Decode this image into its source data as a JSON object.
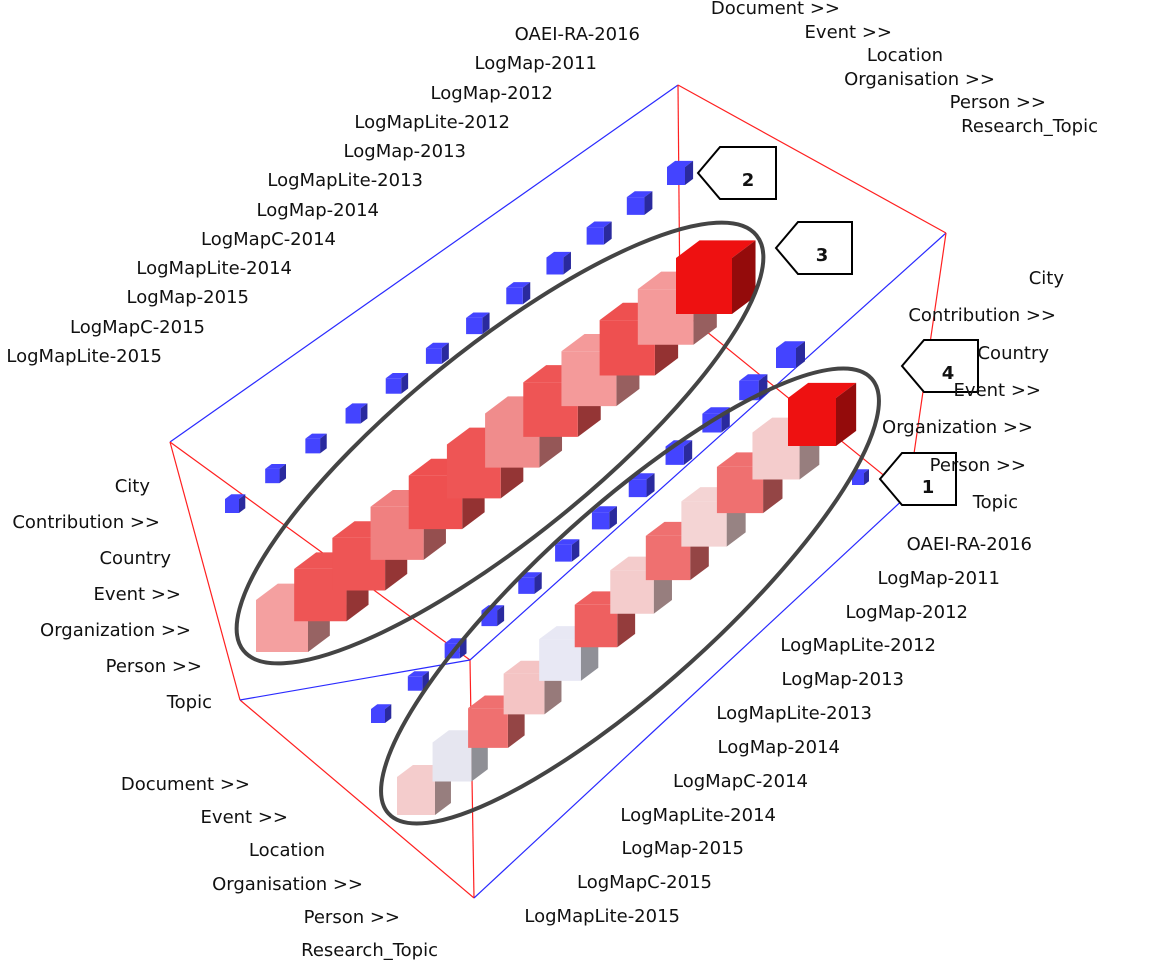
{
  "axis_labels": {
    "systems": [
      "OAEI-RA-2016",
      "LogMap-2011",
      "LogMap-2012",
      "LogMapLite-2012",
      "LogMap-2013",
      "LogMapLite-2013",
      "LogMap-2014",
      "LogMapC-2014",
      "LogMapLite-2014",
      "LogMap-2015",
      "LogMapC-2015",
      "LogMapLite-2015"
    ],
    "ontology_a": [
      "City",
      "Contribution >>",
      "Country",
      "Event >>",
      "Organization >>",
      "Person >>",
      "Topic"
    ],
    "ontology_b": [
      "Document >>",
      "Event >>",
      "Location",
      "Organisation >>",
      "Person >>",
      "Research_Topic"
    ]
  },
  "callouts": [
    "1",
    "2",
    "3",
    "4"
  ],
  "cube_colors": {
    "row3": [
      "#f4a0a0",
      "#ee5555",
      "#ee5555",
      "#f08080",
      "#ee5050",
      "#ee5555",
      "#f08c8c",
      "#ee5555",
      "#f49a9a",
      "#ee5050",
      "#f49a9a",
      "#ee1111"
    ],
    "row1": [
      "#f4cccc",
      "#e6e6f0",
      "#ef7070",
      "#f4c4c4",
      "#e8e8f4",
      "#ee6060",
      "#f4cccc",
      "#ef7070",
      "#f4d4d4",
      "#ef7070",
      "#f4cccc",
      "#ee1111"
    ],
    "point_color": "#4444ff"
  }
}
